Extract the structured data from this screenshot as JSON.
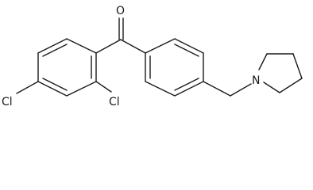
{
  "molecule": {
    "labels": {
      "oxygen": "O",
      "chlorine_left": "Cl",
      "chlorine_right": "Cl",
      "nitrogen": "N"
    },
    "colors": {
      "bond": "#1a1a1a",
      "text": "#1a1a1a",
      "background": "#ffffff"
    }
  }
}
